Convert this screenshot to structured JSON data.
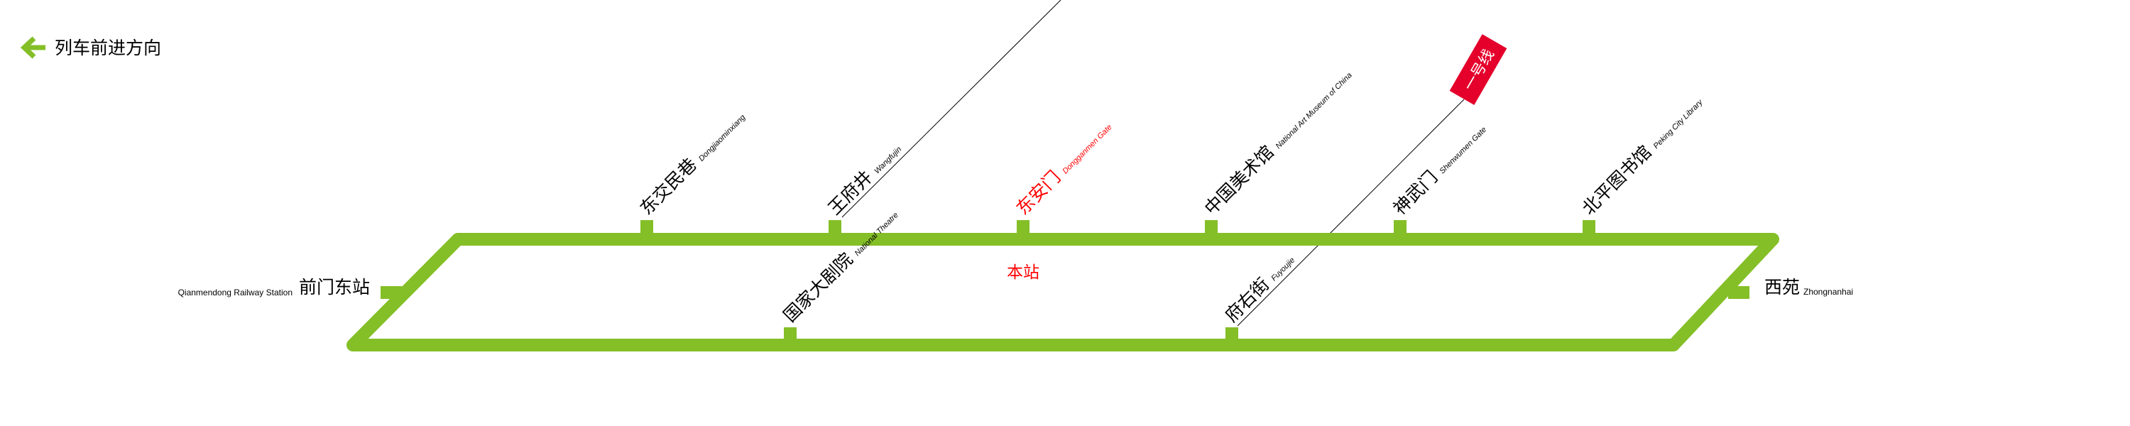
{
  "direction": {
    "label": "列车前进方向",
    "icon": "arrow-left-icon"
  },
  "colors": {
    "line": "#84bf27",
    "current": "#ff0000",
    "line_badge": "#e4002b"
  },
  "line_badge": {
    "label": "一号线"
  },
  "current_station_label": "本站",
  "terminals": {
    "left": {
      "cn": "前门东站",
      "en": "Qianmendong Railway Station"
    },
    "right": {
      "cn": "西苑",
      "en": "Zhongnanhai"
    }
  },
  "top_stations": [
    {
      "cn": "东交民巷",
      "en": "Dongjiaominxiang"
    },
    {
      "cn": "王府井",
      "en": "Wangfujin"
    },
    {
      "cn": "东安门",
      "en": "Dongganmen Gate",
      "current": true
    },
    {
      "cn": "中国美术馆",
      "en": "National Art Museum of China"
    },
    {
      "cn": "神武门",
      "en": "Shenwumen Gate"
    },
    {
      "cn": "北平图书馆",
      "en": "Peking City Library"
    }
  ],
  "bottom_stations": [
    {
      "cn": "国家大剧院",
      "en": "National Theatre"
    },
    {
      "cn": "府右街",
      "en": "Fuyoujie"
    }
  ]
}
